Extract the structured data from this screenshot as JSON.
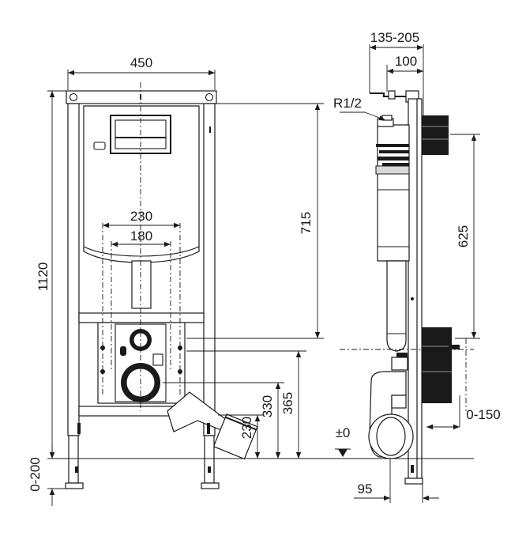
{
  "front_view": {
    "width_label": "450",
    "height_label": "1120",
    "cistern_height_label": "715",
    "bolt_outer_label": "230",
    "bolt_inner_label": "180",
    "outlet_height_label": "365",
    "drain_height_label": "330",
    "lower_height_label": "230",
    "leg_adjust_label": "0-200"
  },
  "side_view": {
    "depth_range_label": "135-205",
    "depth_label": "100",
    "inlet_label": "R1/2",
    "pipe_height_label": "625",
    "offset_label": "0-150",
    "floor_label": "±0",
    "bottom_label": "95"
  }
}
